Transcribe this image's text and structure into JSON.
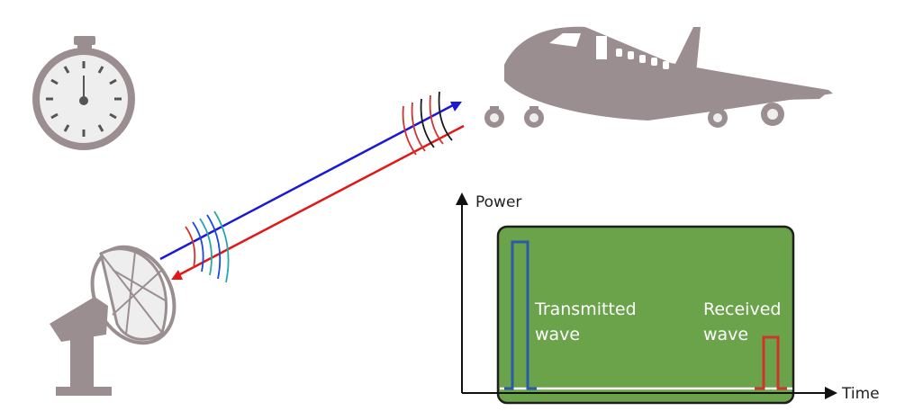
{
  "axes": {
    "y_label": "Power",
    "x_label": "Time"
  },
  "pulses": {
    "transmitted": {
      "line1": "Transmitted",
      "line2": "wave",
      "color": "#2a5aa8"
    },
    "received": {
      "line1": "Received",
      "line2": "wave",
      "color": "#d0342c"
    }
  },
  "colors": {
    "panel": "#6aa34a",
    "panel_border": "#1e1e1e",
    "icon_gray": "#9b8e91",
    "signal_blue": "#1a1ad6",
    "signal_red": "#e01818",
    "axis": "#111111"
  },
  "icons": [
    "stopwatch-icon",
    "airplane-icon",
    "radar-dish-icon"
  ]
}
